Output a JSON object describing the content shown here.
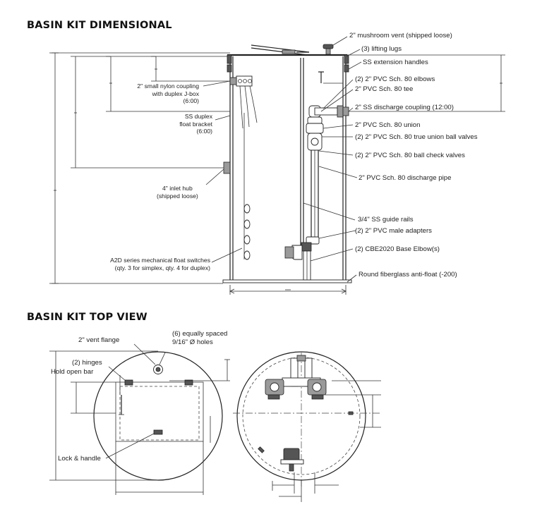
{
  "titles": {
    "dimensional": "BASIN KIT DIMENSIONAL",
    "top_view": "BASIN KIT TOP VIEW"
  },
  "dimensional_labels": {
    "mushroom_vent": "2\" mushroom vent (shipped loose)",
    "lifting_lugs": "(3) lifting lugs",
    "extension_handles": "SS extension handles",
    "elbows": "(2) 2\" PVC Sch. 80 elbows",
    "tee": "2\" PVC Sch. 80 tee",
    "discharge_coupling": "2\" SS discharge coupling (12:00)",
    "union": "2\" PVC Sch. 80 union",
    "ball_valves": "(2) 2\" PVC Sch. 80 true union ball valves",
    "check_valves": "(2) 2\" PVC Sch. 80 ball check valves",
    "discharge_pipe": "2\" PVC Sch. 80 discharge pipe",
    "guide_rails": "3/4\" SS guide rails",
    "male_adapters": "(2) 2\" PVC male adapters",
    "base_elbow": "(2) CBE2020 Base Elbow(s)",
    "anti_float": "Round fiberglass anti-float (-200)",
    "nylon_coupling_1": "2\" small nylon coupling",
    "nylon_coupling_2": "with duplex J-box",
    "nylon_coupling_3": "(6:00)",
    "float_bracket_1": "SS duplex",
    "float_bracket_2": "float bracket",
    "float_bracket_3": "(6:00)",
    "inlet_hub_1": "4\" inlet hub",
    "inlet_hub_2": "(shipped loose)",
    "float_switches_1": "A2D series mechanical float switches",
    "float_switches_2": "(qty. 3 for simplex, qty. 4 for duplex)"
  },
  "top_view_labels": {
    "vent_flange": "2\" vent flange",
    "holes_1": "(6) equally spaced",
    "holes_2": "9/16\" Ø holes",
    "hinges": "(2) hinges",
    "hold_open_bar": "Hold open bar",
    "lock_handle": "Lock & handle"
  },
  "dimension_marks": {
    "dash": "—",
    "pipe": "|"
  },
  "colors": {
    "ink": "#222222",
    "background": "#ffffff",
    "fill_gray": "#9a9a9a"
  }
}
